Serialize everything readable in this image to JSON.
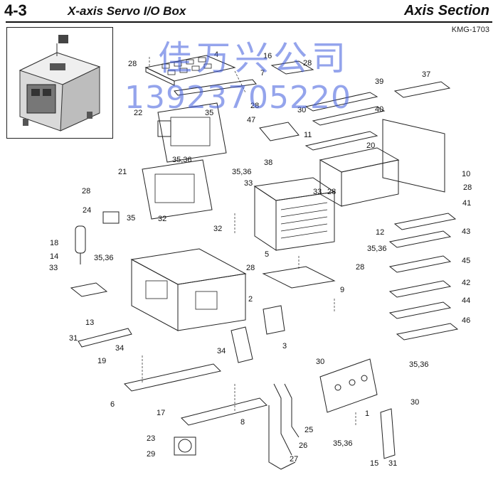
{
  "header": {
    "section_number": "4-3",
    "title": "X-axis Servo I/O Box",
    "section_name": "Axis Section",
    "doc_code": "KMG-1703"
  },
  "watermark": {
    "line1": "佳万兴公司",
    "line2": "13923705220",
    "color": "#3c5adc"
  },
  "part_labels": [
    "28",
    "4",
    "16",
    "28",
    "7",
    "37",
    "39",
    "22",
    "28",
    "35",
    "30",
    "40",
    "47",
    "11",
    "35,36",
    "38",
    "20",
    "10",
    "28",
    "21",
    "35,36",
    "33",
    "33",
    "28",
    "28",
    "24",
    "41",
    "35",
    "32",
    "12",
    "43",
    "32",
    "35,36",
    "5",
    "18",
    "45",
    "14",
    "35,36",
    "28",
    "28",
    "33",
    "42",
    "9",
    "2",
    "44",
    "46",
    "13",
    "3",
    "34",
    "31",
    "34",
    "30",
    "19",
    "35,36",
    "6",
    "30",
    "17",
    "1",
    "8",
    "25",
    "23",
    "26",
    "35,36",
    "29",
    "27",
    "15",
    "31"
  ]
}
